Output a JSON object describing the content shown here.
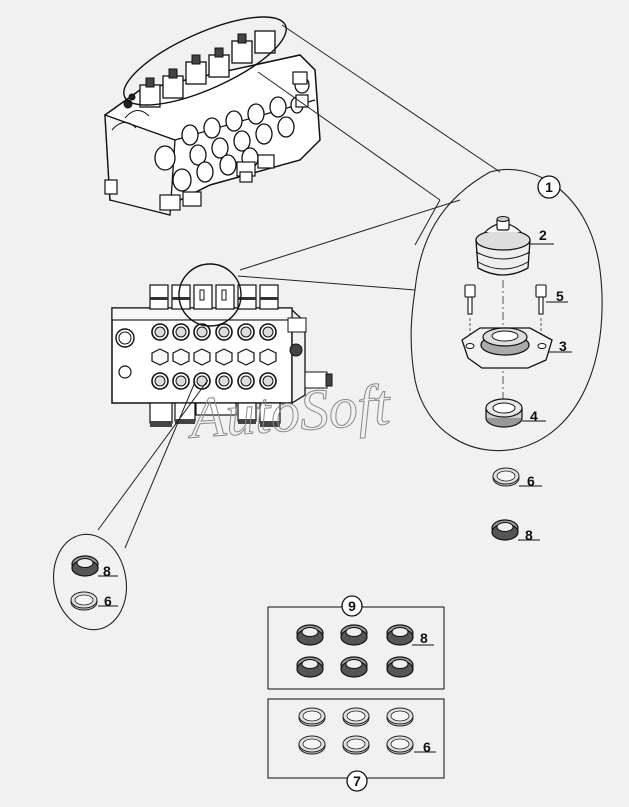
{
  "watermark": "AutoSoft",
  "callouts": {
    "c1": "1",
    "c2": "2",
    "c3": "3",
    "c4": "4",
    "c5": "5",
    "c6a": "6",
    "c8a": "8",
    "c8b": "8",
    "c6b": "6",
    "c9": "9",
    "c8c": "8",
    "c7": "7",
    "c6c": "6"
  }
}
